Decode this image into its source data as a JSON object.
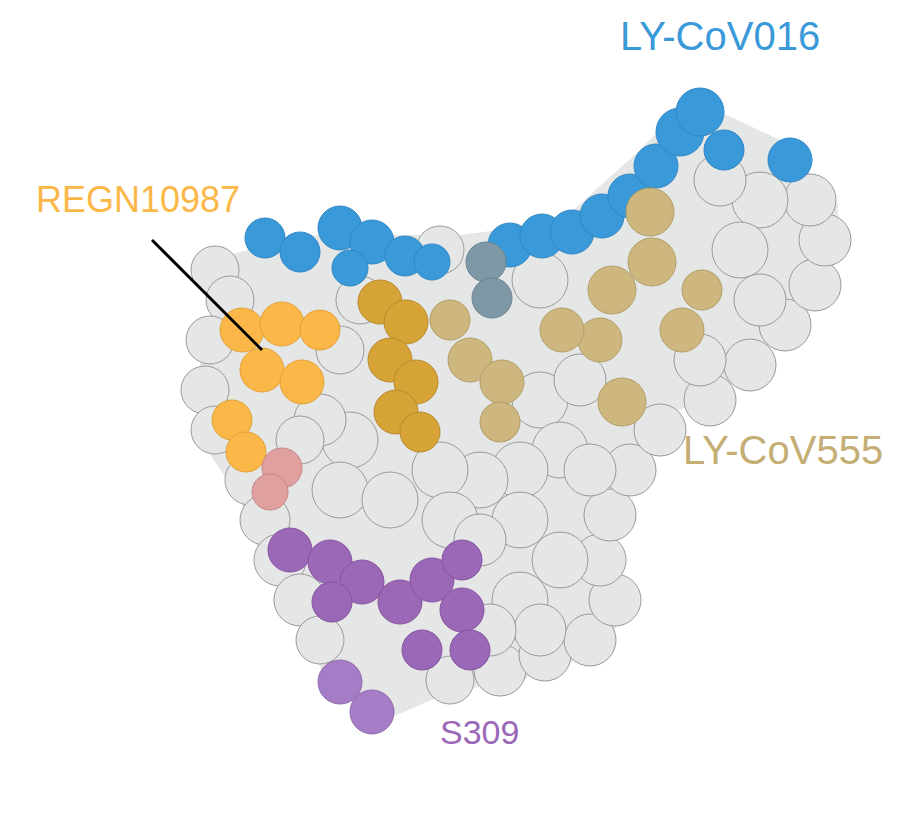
{
  "diagram": {
    "labels": [
      "LY-CoV016",
      "REGN10987",
      "LY-CoV555",
      "S309"
    ]
  }
}
